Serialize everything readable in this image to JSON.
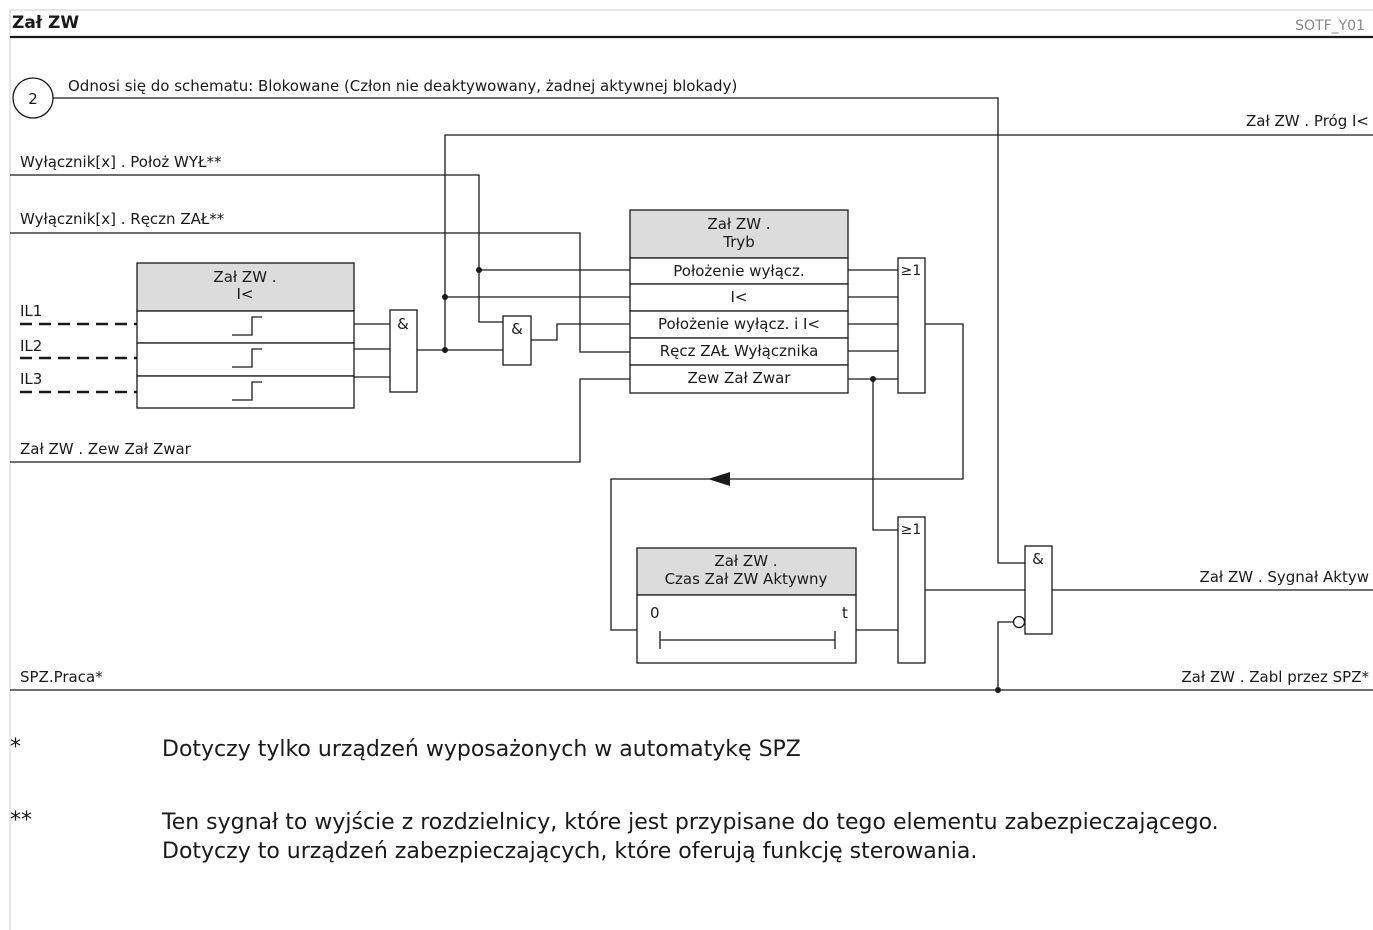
{
  "header": {
    "title": "Zał ZW",
    "code": "SOTF_Y01"
  },
  "diagram": {
    "ref_number": "2",
    "ref_text": "Odnosi się do schematu: Blokowane (Człon nie deaktywowany, żadnej aktywnej blokady)",
    "inputs": {
      "breaker_open": "Wyłącznik[x] . Położ WYŁ**",
      "manual_close": "Wyłącznik[x] . Ręczn ZAŁ**",
      "il1": "IL1",
      "il2": "IL2",
      "il3": "IL3",
      "ext_sotf": "Zał ZW . Zew Zał Zwar",
      "ar_running": "SPZ.Praca*"
    },
    "undercurrent_block": {
      "title_line1": "Zał ZW .",
      "title_line2": "I<"
    },
    "mode_block": {
      "title_line1": "Zał ZW .",
      "title_line2": "Tryb",
      "rows": [
        "Położenie wyłącz.",
        "I<",
        "Położenie wyłącz. i I<",
        "Ręcz ZAŁ Wyłącznika",
        "Zew Zał Zwar"
      ]
    },
    "timer_block": {
      "title_line1": "Zał ZW .",
      "title_line2": "Czas Zał ZW Aktywny",
      "start_label": "0",
      "end_label": "t"
    },
    "gates": {
      "and_symbol": "&",
      "or_symbol": "≥1"
    },
    "outputs": {
      "threshold": "Zał ZW . Próg I<",
      "active_signal": "Zał ZW . Sygnał Aktyw",
      "blocked_by_ar": "Zał ZW . Zabl przez SPZ*"
    }
  },
  "notes": [
    {
      "marker": "*",
      "text": "Dotyczy tylko urządzeń wyposażonych w automatykę SPZ"
    },
    {
      "marker": "**",
      "text": "Ten sygnał to wyjście z rozdzielnicy, które jest przypisane do tego elementu zabezpieczającego. Dotyczy to urządzeń zabezpieczających, które oferują funkcję sterowania."
    }
  ]
}
